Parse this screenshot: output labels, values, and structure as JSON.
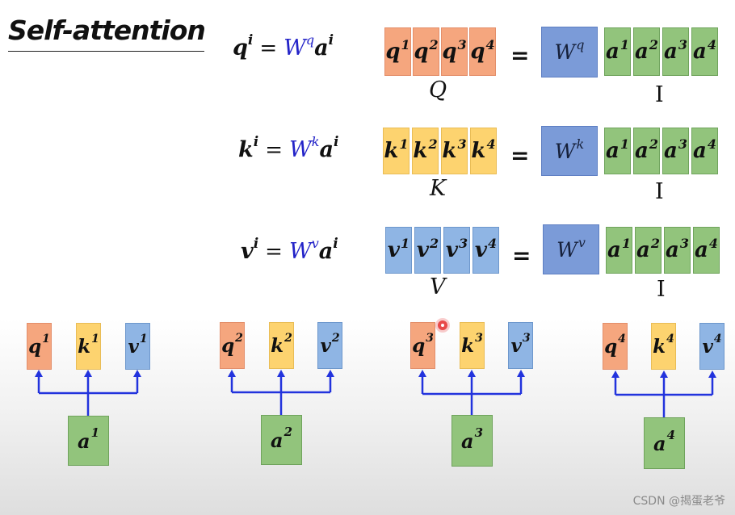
{
  "title": "Self-attention",
  "rows": [
    {
      "id": "q",
      "lhs_base": "q",
      "lhs_sup": "i",
      "eq": "=",
      "w_base": "W",
      "w_sup": "q",
      "a_base": "a",
      "a_sup": "i",
      "cells": [
        {
          "base": "q",
          "sup": "1"
        },
        {
          "base": "q",
          "sup": "2"
        },
        {
          "base": "q",
          "sup": "3"
        },
        {
          "base": "q",
          "sup": "4"
        }
      ],
      "matrix_label": "Q",
      "equals": "=",
      "weight_base": "W",
      "weight_sup": "q",
      "inputs": [
        {
          "base": "a",
          "sup": "1"
        },
        {
          "base": "a",
          "sup": "2"
        },
        {
          "base": "a",
          "sup": "3"
        },
        {
          "base": "a",
          "sup": "4"
        }
      ],
      "input_label": "I",
      "color": "#f5a67e"
    },
    {
      "id": "k",
      "lhs_base": "k",
      "lhs_sup": "i",
      "eq": "=",
      "w_base": "W",
      "w_sup": "k",
      "a_base": "a",
      "a_sup": "i",
      "cells": [
        {
          "base": "k",
          "sup": "1"
        },
        {
          "base": "k",
          "sup": "2"
        },
        {
          "base": "k",
          "sup": "3"
        },
        {
          "base": "k",
          "sup": "4"
        }
      ],
      "matrix_label": "K",
      "equals": "=",
      "weight_base": "W",
      "weight_sup": "k",
      "inputs": [
        {
          "base": "a",
          "sup": "1"
        },
        {
          "base": "a",
          "sup": "2"
        },
        {
          "base": "a",
          "sup": "3"
        },
        {
          "base": "a",
          "sup": "4"
        }
      ],
      "input_label": "I",
      "color": "#fdd36f"
    },
    {
      "id": "v",
      "lhs_base": "v",
      "lhs_sup": "i",
      "eq": "=",
      "w_base": "W",
      "w_sup": "v",
      "a_base": "a",
      "a_sup": "i",
      "cells": [
        {
          "base": "v",
          "sup": "1"
        },
        {
          "base": "v",
          "sup": "2"
        },
        {
          "base": "v",
          "sup": "3"
        },
        {
          "base": "v",
          "sup": "4"
        }
      ],
      "matrix_label": "V",
      "equals": "=",
      "weight_base": "W",
      "weight_sup": "v",
      "inputs": [
        {
          "base": "a",
          "sup": "1"
        },
        {
          "base": "a",
          "sup": "2"
        },
        {
          "base": "a",
          "sup": "3"
        },
        {
          "base": "a",
          "sup": "4"
        }
      ],
      "input_label": "I",
      "color": "#8fb5e4"
    }
  ],
  "groups": [
    {
      "q": {
        "base": "q",
        "sup": "1"
      },
      "k": {
        "base": "k",
        "sup": "1"
      },
      "v": {
        "base": "v",
        "sup": "1"
      },
      "a": {
        "base": "a",
        "sup": "1"
      }
    },
    {
      "q": {
        "base": "q",
        "sup": "2"
      },
      "k": {
        "base": "k",
        "sup": "2"
      },
      "v": {
        "base": "v",
        "sup": "2"
      },
      "a": {
        "base": "a",
        "sup": "2"
      }
    },
    {
      "q": {
        "base": "q",
        "sup": "3"
      },
      "k": {
        "base": "k",
        "sup": "3"
      },
      "v": {
        "base": "v",
        "sup": "3"
      },
      "a": {
        "base": "a",
        "sup": "3"
      }
    },
    {
      "q": {
        "base": "q",
        "sup": "4"
      },
      "k": {
        "base": "k",
        "sup": "4"
      },
      "v": {
        "base": "v",
        "sup": "4"
      },
      "a": {
        "base": "a",
        "sup": "4"
      }
    }
  ],
  "colors": {
    "q": "#f5a67e",
    "k": "#fdd36f",
    "v": "#8fb5e4",
    "a": "#92c47c",
    "weight": "#7b9bd8",
    "weight_text": "#2323c8",
    "arrow": "#2233dd"
  },
  "watermark": "CSDN @揭蛋老爷"
}
